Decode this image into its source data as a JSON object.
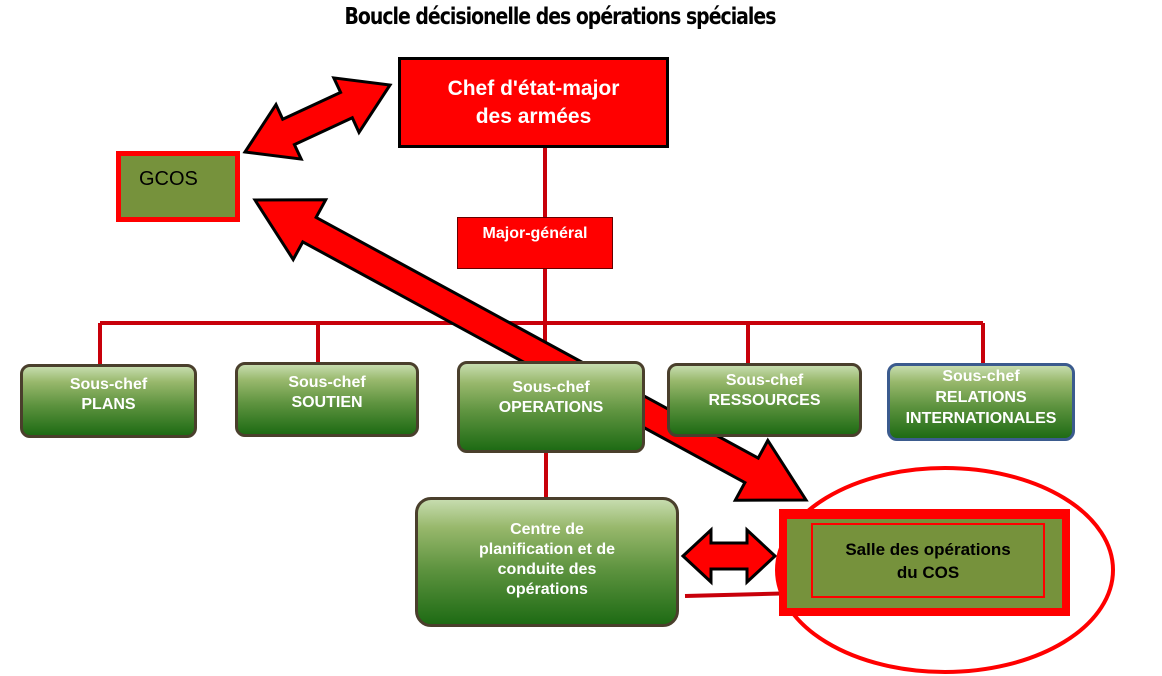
{
  "title": "Boucle décisionelle des opérations spéciales",
  "nodes": {
    "chef": [
      "Chef d'état-major",
      "des armées"
    ],
    "gcos": "GCOS",
    "major": "Major-général",
    "plans": [
      "Sous-chef",
      "PLANS"
    ],
    "soutien": [
      "Sous-chef",
      "SOUTIEN"
    ],
    "operations": [
      "Sous-chef",
      "OPERATIONS"
    ],
    "ressources": [
      "Sous-chef",
      "RESSOURCES"
    ],
    "relations": [
      "Sous-chef",
      "RELATIONS",
      "INTERNATIONALES"
    ],
    "centre": [
      "Centre de",
      "planification et de",
      "conduite des",
      "opérations"
    ],
    "salle": [
      "Salle des opérations",
      "du COS"
    ]
  },
  "colors": {
    "red": "#ff0000",
    "green": "#4f8a35",
    "olive": "#76923c",
    "line": "#c00000"
  }
}
